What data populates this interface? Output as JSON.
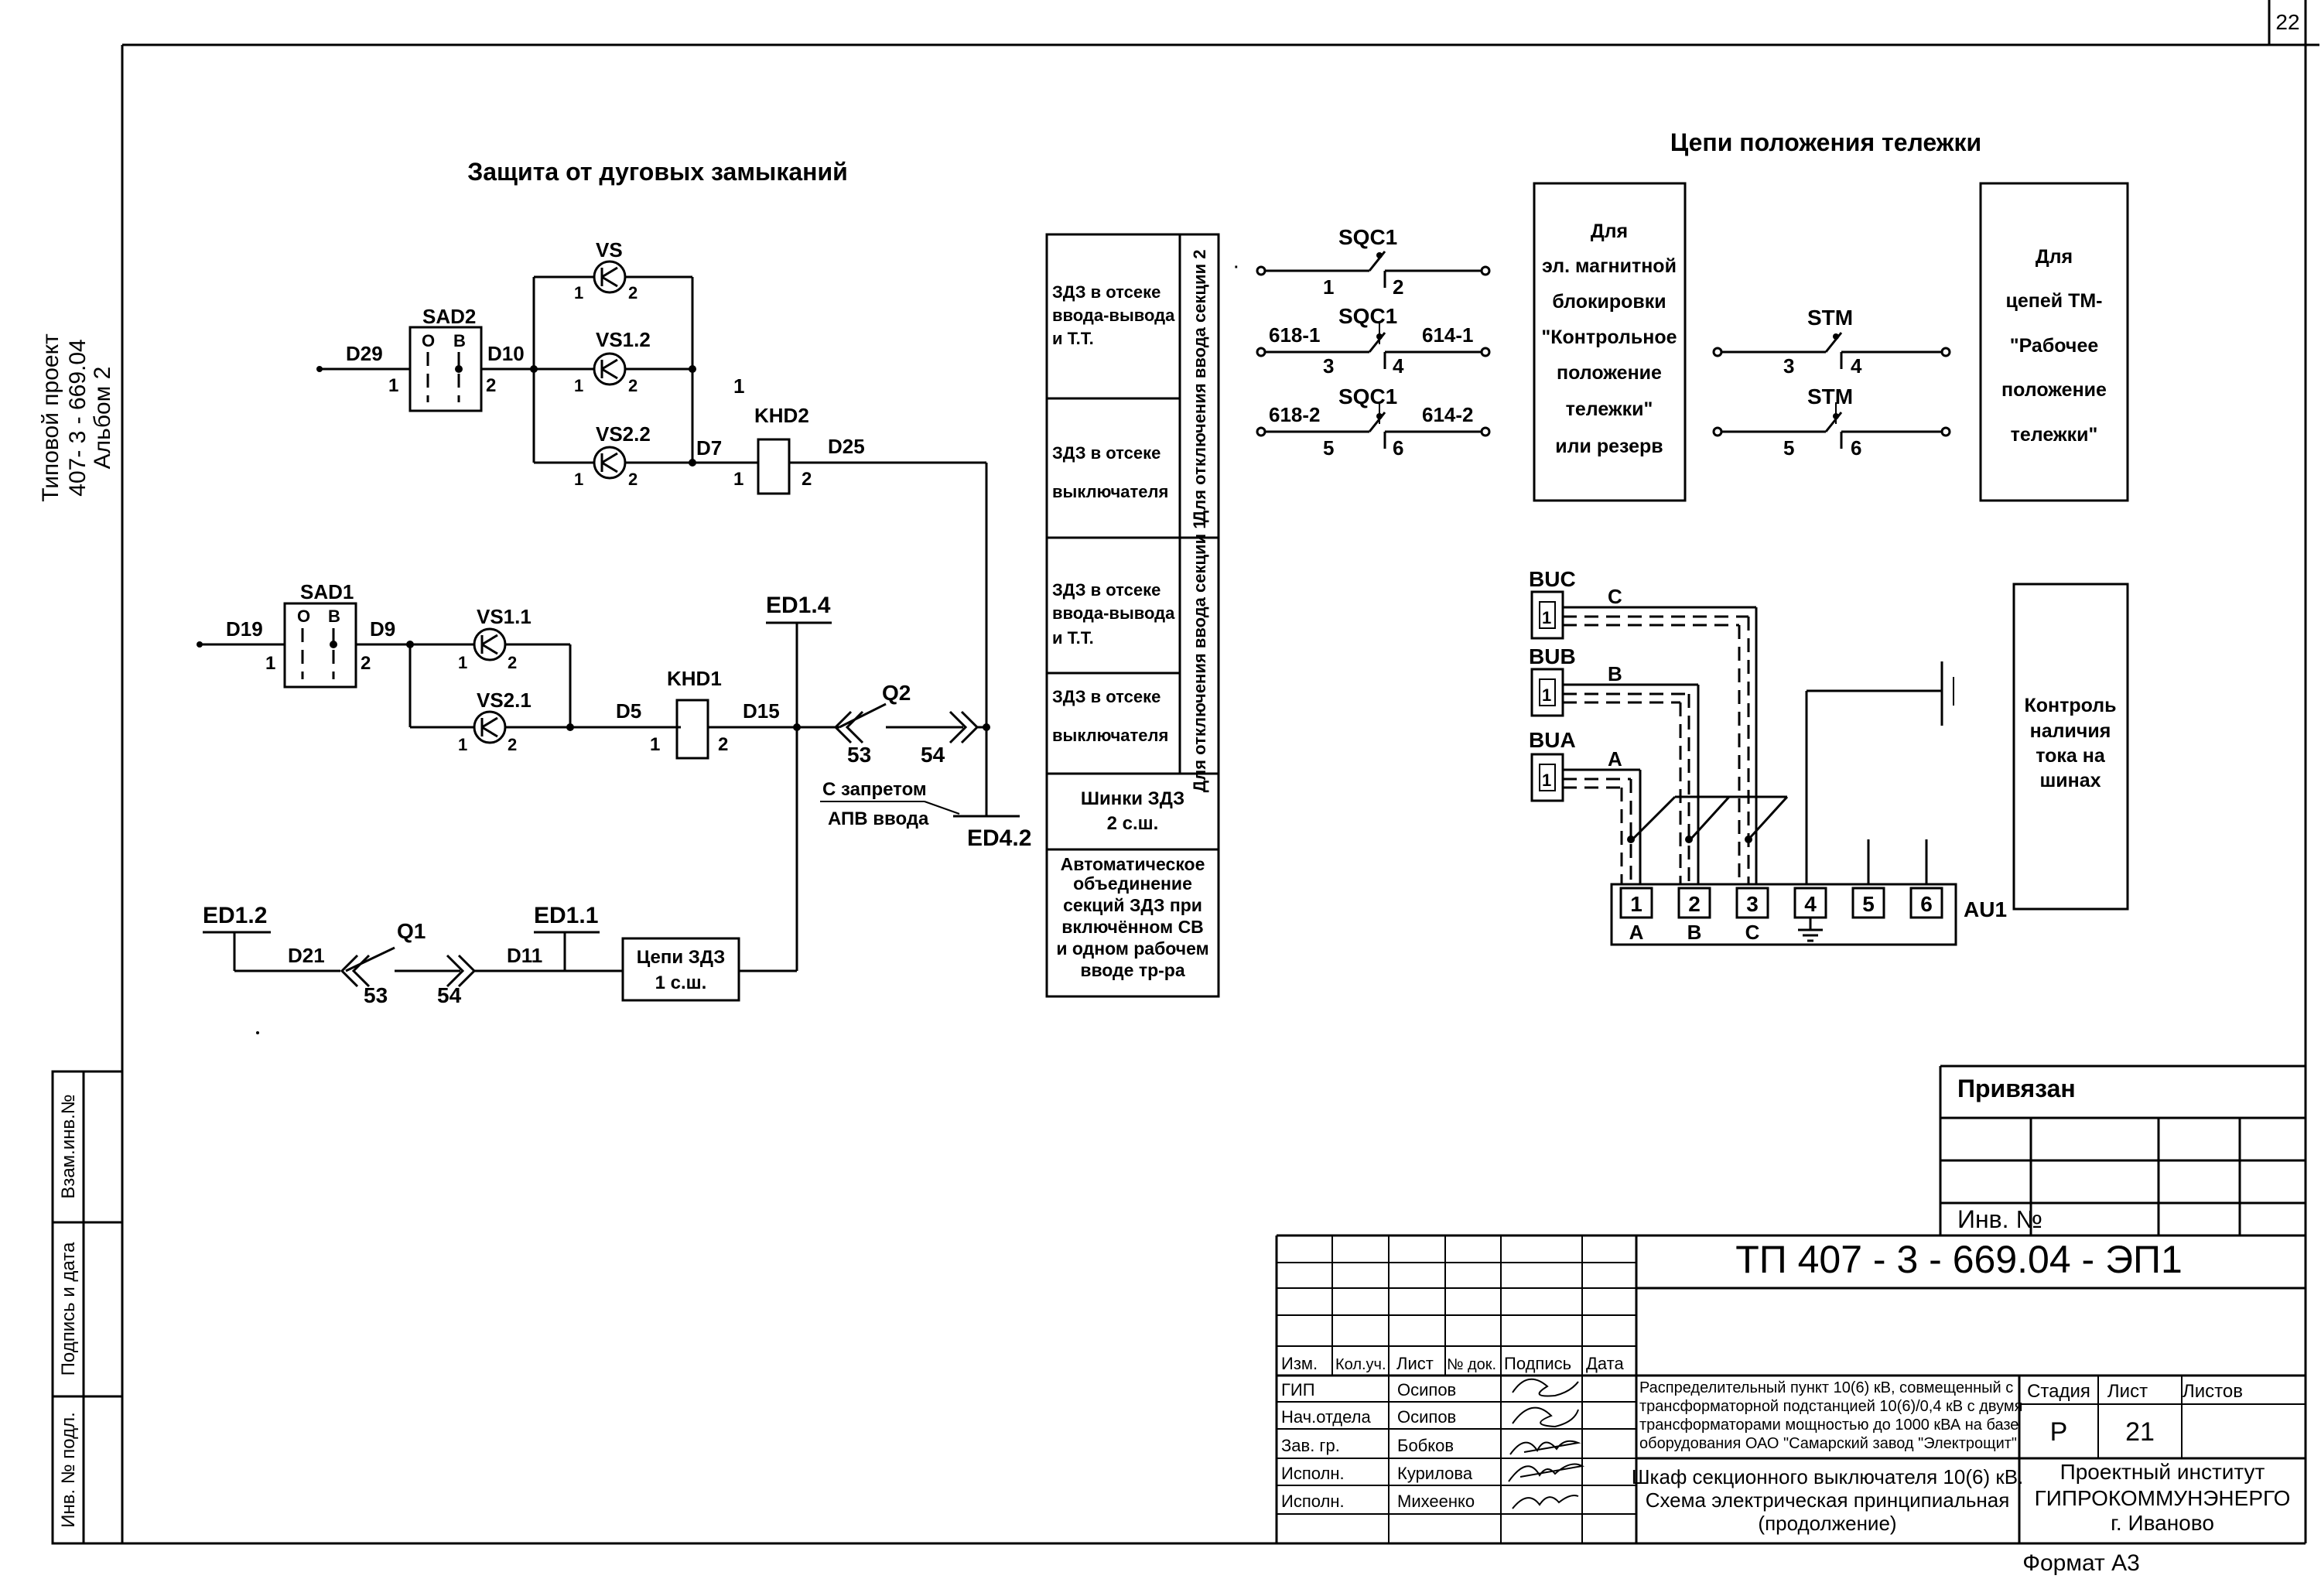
{
  "page_number": "22",
  "side_labels": {
    "project_line1": "Типовой проект",
    "project_line2": "407- 3 - 669.04",
    "project_line3": "Альбом 2",
    "vz_inv": "Взам.инв.№",
    "podpis_data": "Подпись и дата",
    "inv_podl": "Инв. № подл."
  },
  "titles": {
    "arc": "Защита от дуговых замыканий",
    "trolley": "Цепи положения тележки"
  },
  "arc_scheme": {
    "D29": "D29",
    "SAD2": "SAD2",
    "D10": "D10",
    "VS": "VS",
    "VS12": "VS1.2",
    "VS22": "VS2.2",
    "D7": "D7",
    "KHD2": "KHD2",
    "D25": "D25",
    "D19": "D19",
    "SAD1": "SAD1",
    "D9": "D9",
    "VS11": "VS1.1",
    "VS21": "VS2.1",
    "D5": "D5",
    "KHD1": "KHD1",
    "D15": "D15",
    "ED14": "ED1.4",
    "Q2": "Q2",
    "ED42": "ED4.2",
    "zapret1": "С запретом",
    "zapret2": "АПВ ввода",
    "ED12": "ED1.2",
    "D21": "D21",
    "Q1": "Q1",
    "ED11": "ED1.1",
    "D11": "D11",
    "zdz1": "Цепи ЗДЗ",
    "zdz2": "1 с.ш.",
    "n1": "1",
    "n2": "2",
    "n53": "53",
    "n54": "54",
    "O": "O",
    "B": "B"
  },
  "zdz_table": {
    "cell1": [
      "ЗДЗ в отсеке",
      "ввода-вывода",
      "и Т.Т."
    ],
    "cell2": [
      "ЗДЗ в отсеке",
      "выключателя"
    ],
    "cell3": [
      "ЗДЗ в отсеке",
      "ввода-вывода",
      "и Т.Т."
    ],
    "cell4": [
      "ЗДЗ в отсеке",
      "выключателя"
    ],
    "side2": "Для отключения ввода секции 2",
    "side1": "Для отключения ввода секции 1",
    "bus": [
      "Шинки ЗДЗ",
      "2 с.ш."
    ],
    "auto": [
      "Автоматическое",
      "объединение",
      "секций ЗДЗ при",
      "включённом СВ",
      "и одном рабочем",
      "вводе тр-ра"
    ]
  },
  "trolley": {
    "SQC1": "SQC1",
    "t6181": "618-1",
    "t6141": "614-1",
    "t6182": "618-2",
    "t6142": "614-2",
    "STM": "STM",
    "box1": [
      "Для",
      "эл. магнитной",
      "блокировки",
      "\"Контрольное",
      "положение",
      "тележки\"",
      "или резерв"
    ],
    "box2": [
      "Для",
      "цепей ТМ-",
      "\"Рабочее",
      "положение",
      "тележки\""
    ],
    "c1": "1",
    "c2": "2",
    "c3": "3",
    "c4": "4",
    "c5": "5",
    "c6": "6"
  },
  "current": {
    "BUC": "BUC",
    "BUB": "BUB",
    "BUA": "BUA",
    "C": "C",
    "B": "B",
    "A": "A",
    "AU1": "AU1",
    "terms": [
      "1",
      "2",
      "3",
      "4",
      "5",
      "6"
    ],
    "phase": [
      "A",
      "B",
      "C"
    ],
    "ctrl": [
      "Контроль",
      "наличия",
      "тока на",
      "шинах"
    ]
  },
  "title_block": {
    "privyazan": "Привязан",
    "inv_no": "Инв. №",
    "code": "ТП  407 - 3 - 669.04 - ЭП1",
    "headers": [
      "Изм.",
      "Кол.уч.",
      "Лист",
      "№ док.",
      "Подпись",
      "Дата"
    ],
    "roles": [
      "ГИП",
      "Нач.отдела",
      "Зав. гр.",
      "Исполн.",
      "Исполн."
    ],
    "names": [
      "Осипов",
      "Осипов",
      "Бобков",
      "Курилова",
      "Михеенко"
    ],
    "description": [
      "Распределительный пункт 10(6) кВ, совмещенный с",
      "трансформаторной подстанцией 10(6)/0,4 кВ с двумя",
      "трансформаторами мощностью до 1000 кВА на базе",
      "оборудования ОАО \"Самарский завод \"Электрощит\""
    ],
    "sheet_title": [
      "Шкаф секционного выключателя 10(6) кВ.",
      "Схема электрическая принципиальная",
      "(продолжение)"
    ],
    "stadia": "Стадия",
    "list": "Лист",
    "listov": "Листов",
    "stadia_val": "Р",
    "list_val": "21",
    "institute": [
      "Проектный институт",
      "ГИПРОКОММУНЭНЕРГО",
      "г. Иваново"
    ],
    "format": "Формат А3"
  }
}
